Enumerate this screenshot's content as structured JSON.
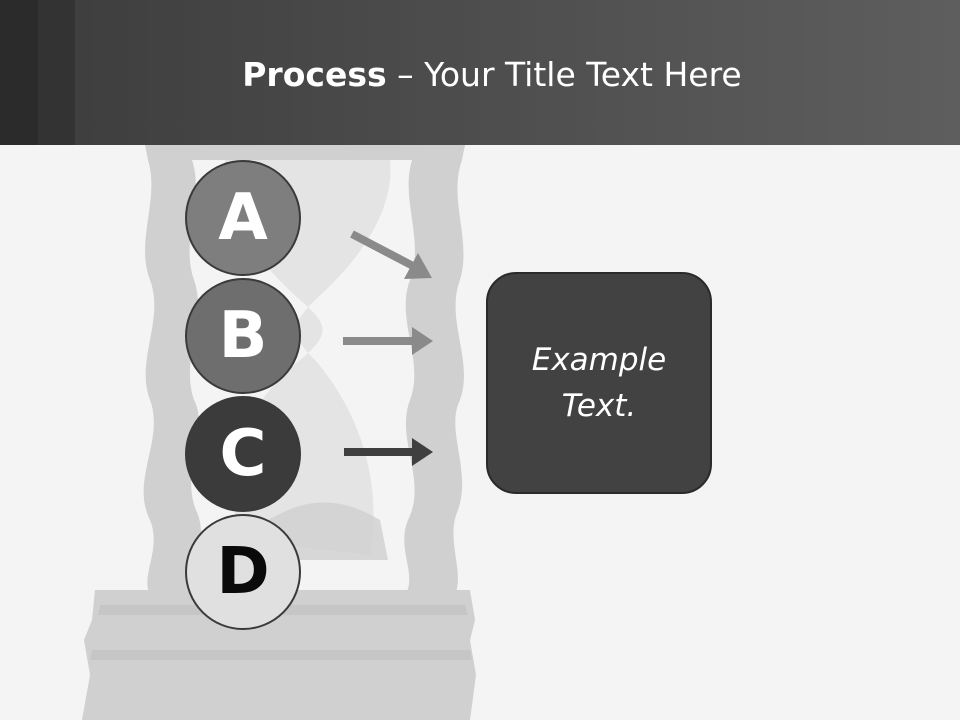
{
  "header": {
    "title_bold": "Process",
    "title_rest": " – Your Title Text Here"
  },
  "steps": [
    {
      "letter": "A"
    },
    {
      "letter": "B"
    },
    {
      "letter": "C"
    },
    {
      "letter": "D"
    }
  ],
  "box": {
    "text": "Example Text."
  },
  "colors": {
    "header": "#4a4a4a",
    "background": "#f4f4f4",
    "box": "#424242",
    "arrow_light": "#8a8a8a",
    "arrow_dark": "#3f3f3f"
  }
}
